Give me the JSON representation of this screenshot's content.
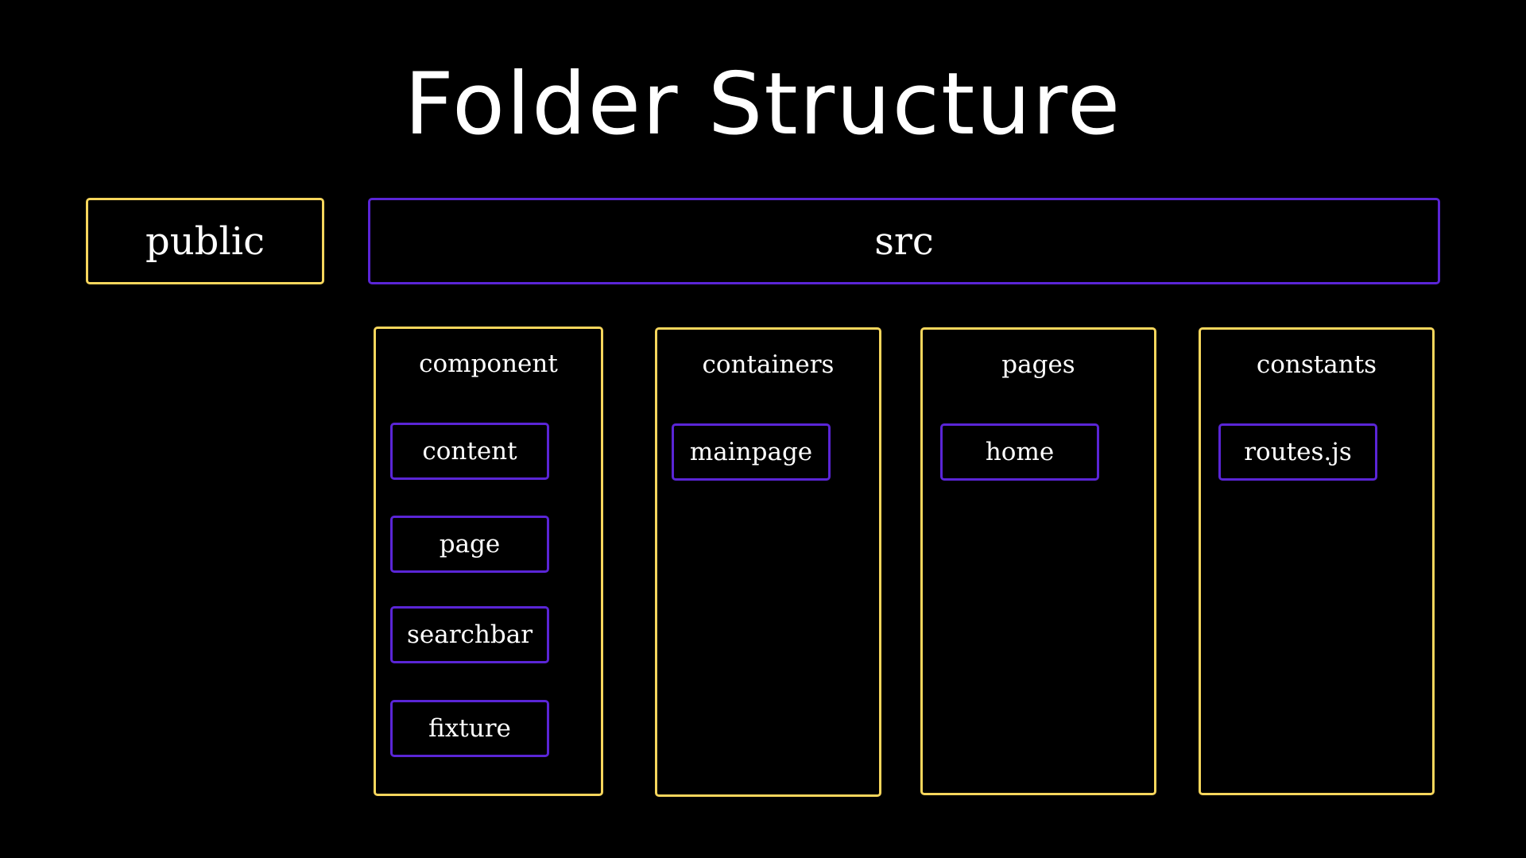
{
  "title": "Folder Structure",
  "top": {
    "public": "public",
    "src": "src"
  },
  "columns": [
    {
      "label": "component",
      "children": [
        "content",
        "page",
        "searchbar",
        "fixture"
      ]
    },
    {
      "label": "containers",
      "children": [
        "mainpage"
      ]
    },
    {
      "label": "pages",
      "children": [
        "home"
      ]
    },
    {
      "label": "constants",
      "children": [
        "routes.js"
      ]
    }
  ],
  "colors": {
    "background": "#000000",
    "folder_border_yellow": "#f7d65c",
    "folder_border_purple": "#5a25d6",
    "text": "#ffffff"
  }
}
